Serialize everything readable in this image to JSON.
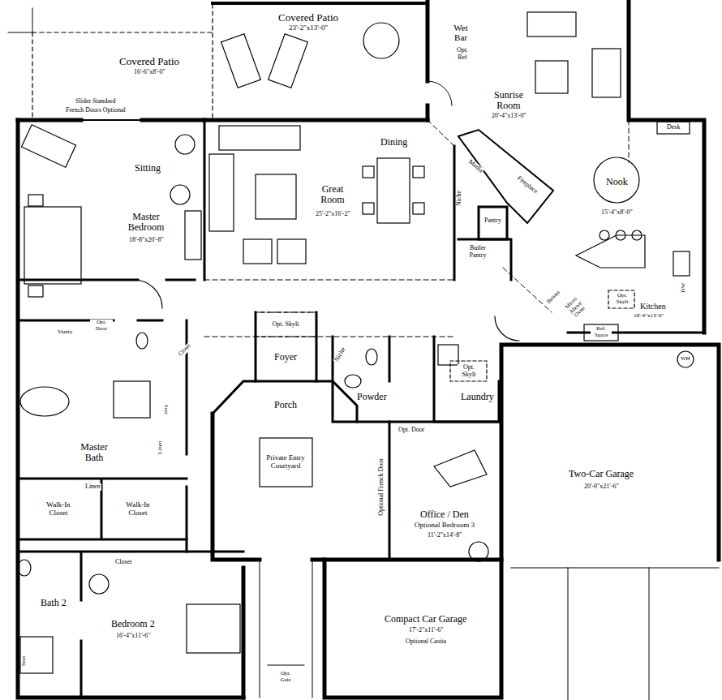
{
  "diagram": {
    "labels": [
      "Covered Patio",
      "23'-2\"x13'-0\"",
      "Covered Patio",
      "16'-6\"x8'-0\"",
      "Slider Standard",
      "French Doors Optional",
      "Wet Bar",
      "Opt. Ref",
      "Sunrise Room",
      "20'-4\"x13'-0\"",
      "Desk",
      "Nook",
      "15'-4\"x8'-0\"",
      "Sitting",
      "Master Bedroom",
      "18'-8\"x20'-8\"",
      "Dining",
      "Great Room",
      "25'-2\"x16'-2\"",
      "Media",
      "Fireplace",
      "Niche",
      "Pantry",
      "Butler Pantry",
      "Broom",
      "Micro Above Oven",
      "Opt. Skylt",
      "Kitchen",
      "18'-4\"x13'-0\"",
      "DW",
      "Ref. Space",
      "WH",
      "Opt. Skylt",
      "Foyer",
      "Niche",
      "Closet",
      "Opt. Door",
      "Vanity",
      "Powder",
      "Opt. Skylt",
      "Laundry",
      "Porch",
      "Seat",
      "Master Bath",
      "Linen",
      "Linen",
      "Private Entry Courtyard",
      "Opt. Door",
      "Optional French Door",
      "Two-Car Garage",
      "20'-0\"x21'-6\"",
      "Office / Den",
      "Optional Bedroom 3",
      "11'-2\"x14'-8\"",
      "Walk-In Closet",
      "Walk-In Closet",
      "Closet",
      "Bath 2",
      "Bedroom 2",
      "16'-4\"x11'-6\"",
      "Compact Car Garage",
      "17'-2\"x11'-6\"",
      "Optional Casita",
      "Opt. Gate",
      "Seat"
    ]
  }
}
